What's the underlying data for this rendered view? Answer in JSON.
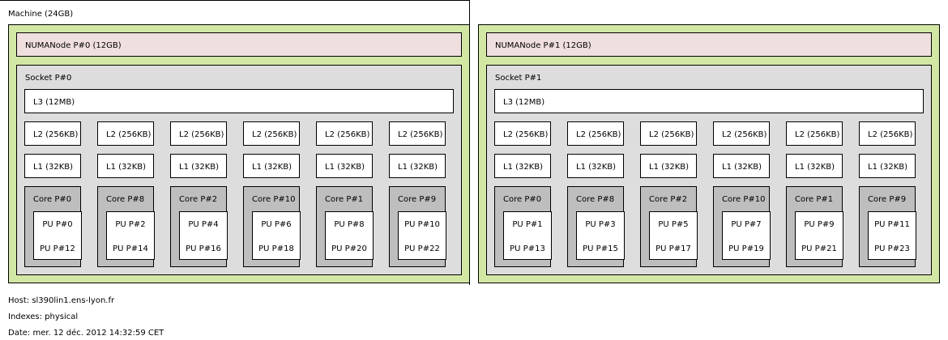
{
  "machine": {
    "label": "Machine (24GB)"
  },
  "numa_nodes": [
    {
      "numa_label": "NUMANode P#0 (12GB)",
      "socket_label": "Socket P#0",
      "l3_label": "L3 (12MB)",
      "cores": [
        {
          "l2": "L2 (256KB)",
          "l1": "L1 (32KB)",
          "core": "Core P#0",
          "pus": [
            "PU P#0",
            "PU P#12"
          ]
        },
        {
          "l2": "L2 (256KB)",
          "l1": "L1 (32KB)",
          "core": "Core P#8",
          "pus": [
            "PU P#2",
            "PU P#14"
          ]
        },
        {
          "l2": "L2 (256KB)",
          "l1": "L1 (32KB)",
          "core": "Core P#2",
          "pus": [
            "PU P#4",
            "PU P#16"
          ]
        },
        {
          "l2": "L2 (256KB)",
          "l1": "L1 (32KB)",
          "core": "Core P#10",
          "pus": [
            "PU P#6",
            "PU P#18"
          ]
        },
        {
          "l2": "L2 (256KB)",
          "l1": "L1 (32KB)",
          "core": "Core P#1",
          "pus": [
            "PU P#8",
            "PU P#20"
          ]
        },
        {
          "l2": "L2 (256KB)",
          "l1": "L1 (32KB)",
          "core": "Core P#9",
          "pus": [
            "PU P#10",
            "PU P#22"
          ]
        }
      ]
    },
    {
      "numa_label": "NUMANode P#1 (12GB)",
      "socket_label": "Socket P#1",
      "l3_label": "L3 (12MB)",
      "cores": [
        {
          "l2": "L2 (256KB)",
          "l1": "L1 (32KB)",
          "core": "Core P#0",
          "pus": [
            "PU P#1",
            "PU P#13"
          ]
        },
        {
          "l2": "L2 (256KB)",
          "l1": "L1 (32KB)",
          "core": "Core P#8",
          "pus": [
            "PU P#3",
            "PU P#15"
          ]
        },
        {
          "l2": "L2 (256KB)",
          "l1": "L1 (32KB)",
          "core": "Core P#2",
          "pus": [
            "PU P#5",
            "PU P#17"
          ]
        },
        {
          "l2": "L2 (256KB)",
          "l1": "L1 (32KB)",
          "core": "Core P#10",
          "pus": [
            "PU P#7",
            "PU P#19"
          ]
        },
        {
          "l2": "L2 (256KB)",
          "l1": "L1 (32KB)",
          "core": "Core P#1",
          "pus": [
            "PU P#9",
            "PU P#21"
          ]
        },
        {
          "l2": "L2 (256KB)",
          "l1": "L1 (32KB)",
          "core": "Core P#9",
          "pus": [
            "PU P#11",
            "PU P#23"
          ]
        }
      ]
    }
  ],
  "footer": {
    "host": "Host: sl390lin1.ens-lyon.fr",
    "indexes": "Indexes: physical",
    "date": "Date: mer. 12 déc. 2012 14:32:59 CET"
  }
}
